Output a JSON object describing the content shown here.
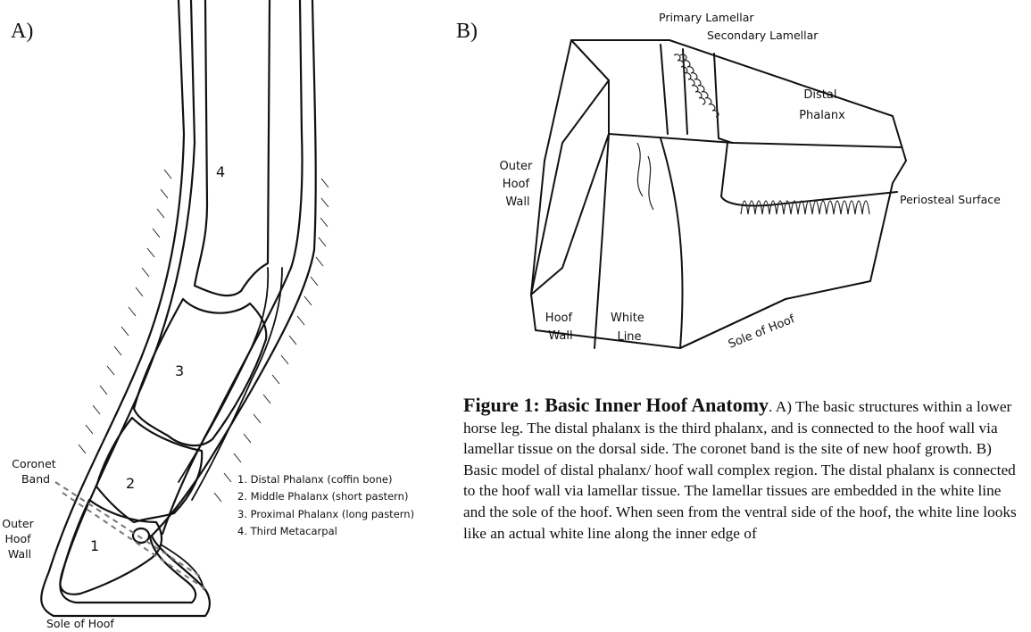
{
  "panel_a": {
    "letter": "A)",
    "bone_labels": [
      "4",
      "3",
      "2",
      "1"
    ],
    "coronet_band": [
      "Coronet",
      "Band"
    ],
    "outer_hoof_wall": [
      "Outer",
      "Hoof",
      "Wall"
    ],
    "sole_of_hoof": "Sole of Hoof",
    "legend": [
      "1. Distal Phalanx (coffin bone)",
      "2. Middle Phalanx (short pastern)",
      "3. Proximal Phalanx (long pastern)",
      "4. Third Metacarpal"
    ]
  },
  "panel_b": {
    "letter": "B)",
    "primary_lamellar": "Primary Lamellar",
    "secondary_lamellar": "Secondary Lamellar",
    "distal_phalanx": [
      "Distal",
      "Phalanx"
    ],
    "outer_hoof_wall": [
      "Outer",
      "Hoof",
      "Wall"
    ],
    "periosteal_surface": "Periosteal Surface",
    "hoof_wall": [
      "Hoof",
      "Wall"
    ],
    "white_line": [
      "White",
      "Line"
    ],
    "sole_of_hoof": "Sole of Hoof"
  },
  "caption": {
    "title": "Figure 1: Basic Inner Hoof Anatomy",
    "body": ". A) The basic structures within a lower horse leg. The distal phalanx is the third phalanx, and is connected to the hoof wall via lamellar tissue on the dorsal side. The coronet band is the site of new hoof growth. B) Basic model of distal phalanx/ hoof wall complex region. The distal phalanx is connected to the hoof wall via lamellar tissue. The lamellar tissues are embedded in the white line and the sole of the hoof. When seen from the ventral side of the hoof, the white line looks like an actual white line along the inner edge of"
  }
}
